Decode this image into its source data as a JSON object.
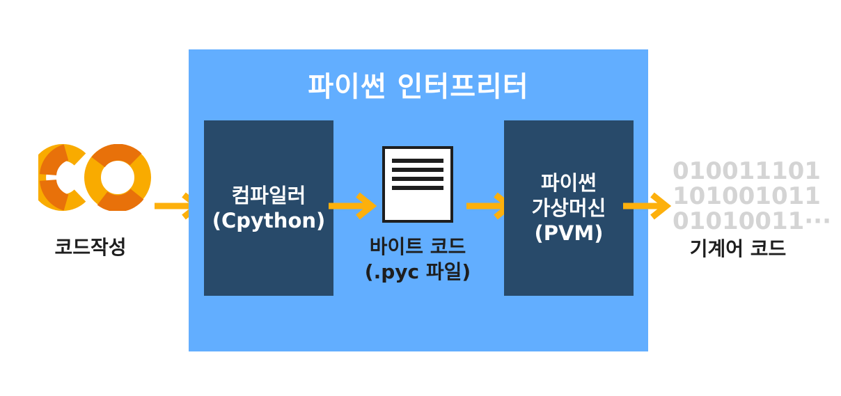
{
  "logo_text": "CO",
  "colors": {
    "interpreter_bg": "#62aeff",
    "box_bg": "#284a6a",
    "arrow": "#fdb00c",
    "logo_dark": "#e8710a",
    "logo_light": "#f9ab00",
    "binary_text": "#d4d4d4"
  },
  "labels": {
    "code_writing": "코드작성",
    "interpreter": "파이썬 인터프리터",
    "compiler_line1": "컴파일러",
    "compiler_line2": "(Cpython)",
    "bytecode_line1": "바이트 코드",
    "bytecode_line2": "(.pyc 파일)",
    "pvm_line1": "파이썬",
    "pvm_line2": "가상머신",
    "pvm_line3": "(PVM)",
    "machine_code": "기계어 코드"
  },
  "binary_lines": [
    "010011101",
    "101001011",
    "01010011···"
  ],
  "icons": [
    "colab-logo-icon",
    "document-icon",
    "arrow-right-icon"
  ]
}
